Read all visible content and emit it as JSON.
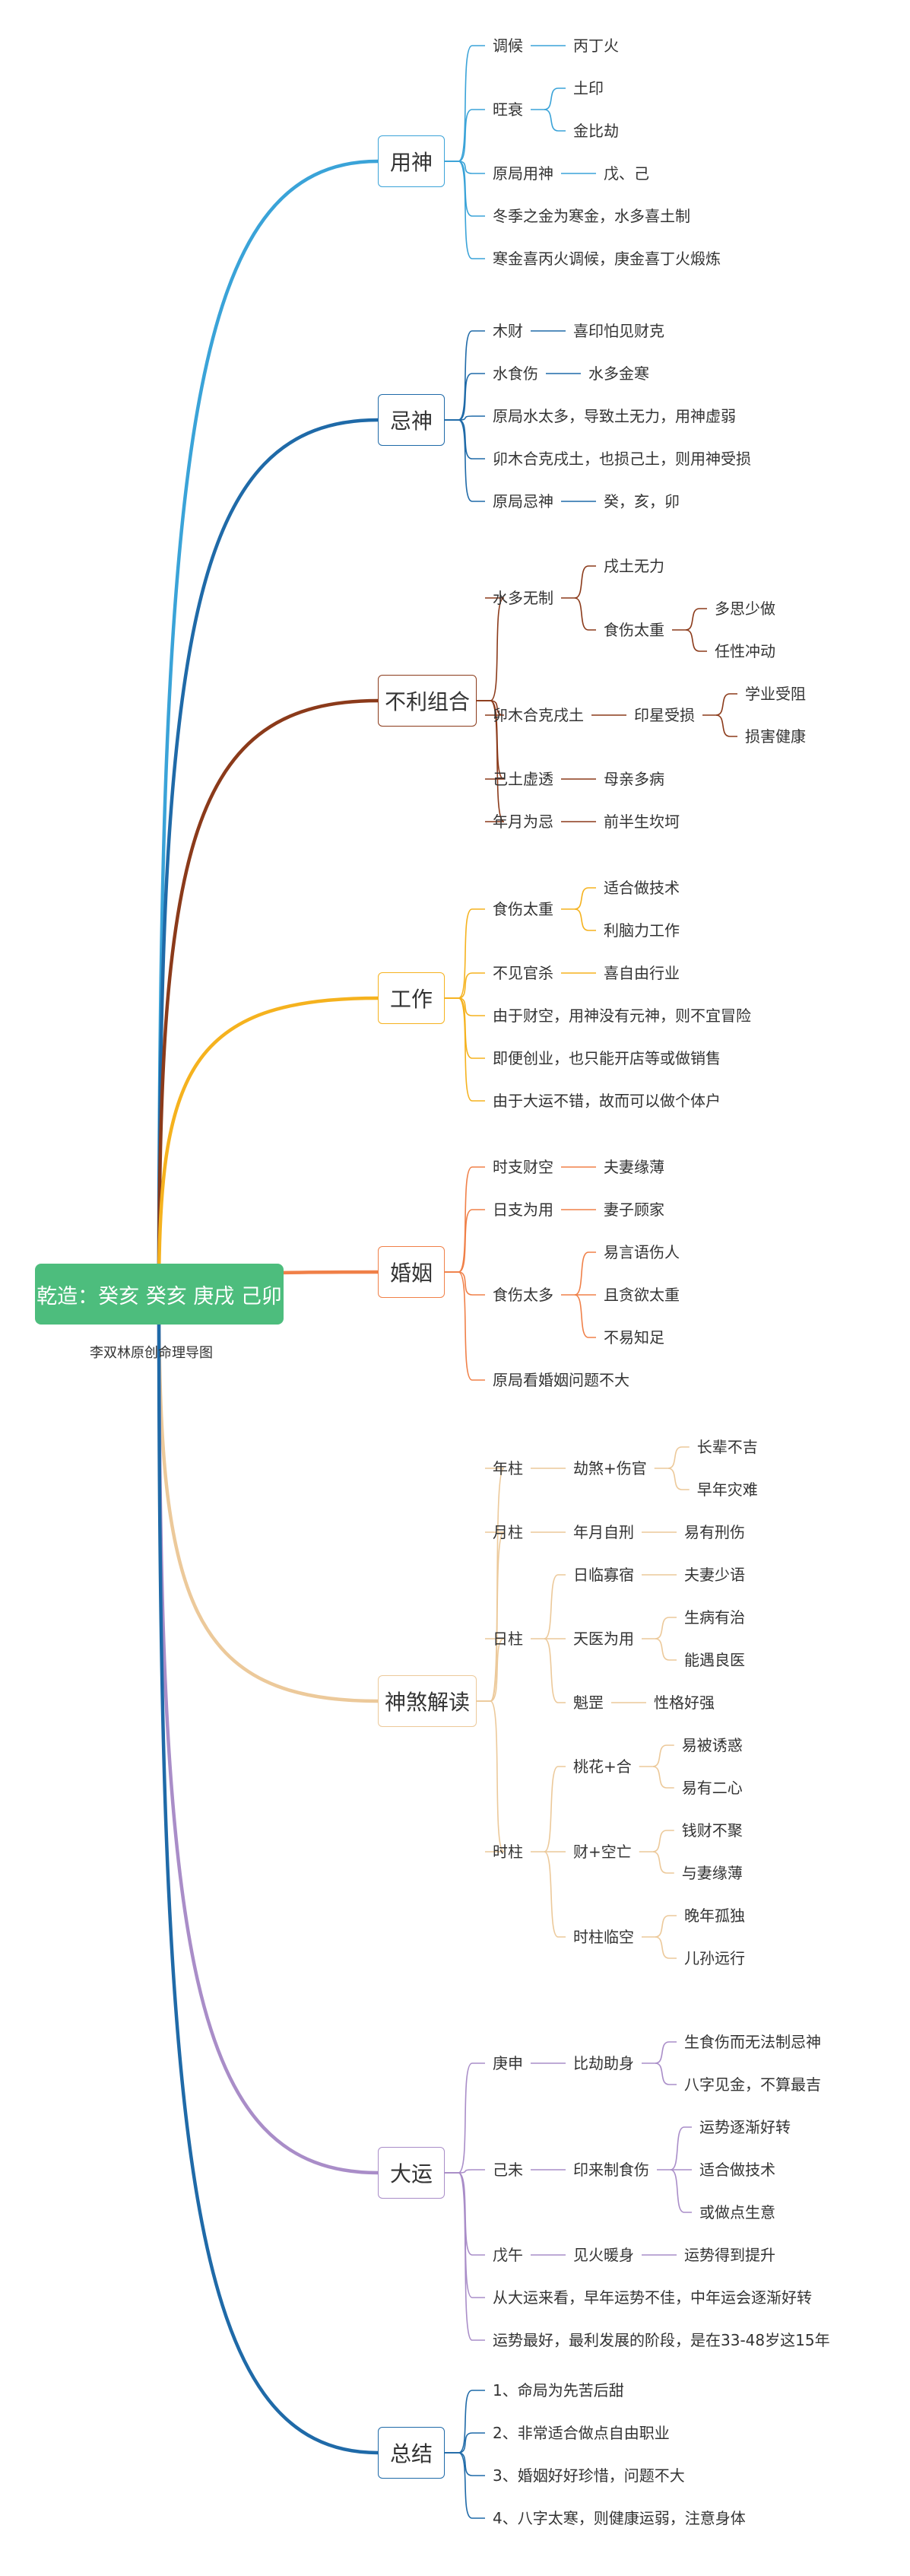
{
  "root": {
    "title": "乾造：癸亥 癸亥 庚戌 己卯",
    "subtitle": "李双林原创命理导图"
  },
  "branches": [
    {
      "label": "用神",
      "color": "#3aa3d8",
      "children": [
        {
          "label": "调候",
          "children": [
            {
              "label": "丙丁火"
            }
          ]
        },
        {
          "label": "旺衰",
          "children": [
            {
              "label": "土印"
            },
            {
              "label": "金比劫"
            }
          ]
        },
        {
          "label": "原局用神",
          "children": [
            {
              "label": "戊、己"
            }
          ]
        },
        {
          "label": "冬季之金为寒金，水多喜土制"
        },
        {
          "label": "寒金喜丙火调候，庚金喜丁火煅炼"
        }
      ]
    },
    {
      "label": "忌神",
      "color": "#1f6aa8",
      "children": [
        {
          "label": "木财",
          "children": [
            {
              "label": "喜印怕见财克"
            }
          ]
        },
        {
          "label": "水食伤",
          "children": [
            {
              "label": "水多金寒"
            }
          ]
        },
        {
          "label": "原局水太多，导致土无力，用神虚弱"
        },
        {
          "label": "卯木合克戌土，也损己土，则用神受损"
        },
        {
          "label": "原局忌神",
          "children": [
            {
              "label": "癸，亥，卯"
            }
          ]
        }
      ]
    },
    {
      "label": "不利组合",
      "color": "#8b3a1a",
      "children": [
        {
          "label": "水多无制",
          "children": [
            {
              "label": "戌土无力"
            },
            {
              "label": "食伤太重",
              "children": [
                {
                  "label": "多思少做"
                },
                {
                  "label": "任性冲动"
                }
              ]
            }
          ]
        },
        {
          "label": "卯木合克戌土",
          "children": [
            {
              "label": "印星受损",
              "children": [
                {
                  "label": "学业受阻"
                },
                {
                  "label": "损害健康"
                }
              ]
            }
          ]
        },
        {
          "label": "己土虚透",
          "children": [
            {
              "label": "母亲多病"
            }
          ]
        },
        {
          "label": "年月为忌",
          "children": [
            {
              "label": "前半生坎坷"
            }
          ]
        }
      ]
    },
    {
      "label": "工作",
      "color": "#f5b21e",
      "children": [
        {
          "label": "食伤太重",
          "children": [
            {
              "label": "适合做技术"
            },
            {
              "label": "利脑力工作"
            }
          ]
        },
        {
          "label": "不见官杀",
          "children": [
            {
              "label": "喜自由行业"
            }
          ]
        },
        {
          "label": "由于财空，用神没有元神，则不宜冒险"
        },
        {
          "label": "即便创业，也只能开店等或做销售"
        },
        {
          "label": "由于大运不错，故而可以做个体户"
        }
      ]
    },
    {
      "label": "婚姻",
      "color": "#f08048",
      "children": [
        {
          "label": "时支财空",
          "children": [
            {
              "label": "夫妻缘薄"
            }
          ]
        },
        {
          "label": "日支为用",
          "children": [
            {
              "label": "妻子顾家"
            }
          ]
        },
        {
          "label": "食伤太多",
          "children": [
            {
              "label": "易言语伤人"
            },
            {
              "label": "且贪欲太重"
            },
            {
              "label": "不易知足"
            }
          ]
        },
        {
          "label": "原局看婚姻问题不大"
        }
      ]
    },
    {
      "label": "神煞解读",
      "color": "#ecc99a",
      "children": [
        {
          "label": "年柱",
          "children": [
            {
              "label": "劫煞+伤官",
              "children": [
                {
                  "label": "长辈不吉"
                },
                {
                  "label": "早年灾难"
                }
              ]
            }
          ]
        },
        {
          "label": "月柱",
          "children": [
            {
              "label": "年月自刑",
              "children": [
                {
                  "label": "易有刑伤"
                }
              ]
            }
          ]
        },
        {
          "label": "日柱",
          "children": [
            {
              "label": "日临寡宿",
              "children": [
                {
                  "label": "夫妻少语"
                }
              ]
            },
            {
              "label": "天医为用",
              "children": [
                {
                  "label": "生病有治"
                },
                {
                  "label": "能遇良医"
                }
              ]
            },
            {
              "label": "魁罡",
              "children": [
                {
                  "label": "性格好强"
                }
              ]
            }
          ]
        },
        {
          "label": "时柱",
          "children": [
            {
              "label": "桃花+合",
              "children": [
                {
                  "label": "易被诱惑"
                },
                {
                  "label": "易有二心"
                }
              ]
            },
            {
              "label": "财+空亡",
              "children": [
                {
                  "label": "钱财不聚"
                },
                {
                  "label": "与妻缘薄"
                }
              ]
            },
            {
              "label": "时柱临空",
              "children": [
                {
                  "label": "晚年孤独"
                },
                {
                  "label": "儿孙远行"
                }
              ]
            }
          ]
        }
      ]
    },
    {
      "label": "大运",
      "color": "#a98dc8",
      "children": [
        {
          "label": "庚申",
          "children": [
            {
              "label": "比劫助身",
              "children": [
                {
                  "label": "生食伤而无法制忌神"
                },
                {
                  "label": "八字见金，不算最吉"
                }
              ]
            }
          ]
        },
        {
          "label": "己未",
          "children": [
            {
              "label": "印来制食伤",
              "children": [
                {
                  "label": "运势逐渐好转"
                },
                {
                  "label": "适合做技术"
                },
                {
                  "label": "或做点生意"
                }
              ]
            }
          ]
        },
        {
          "label": "戊午",
          "children": [
            {
              "label": "见火暖身",
              "children": [
                {
                  "label": "运势得到提升"
                }
              ]
            }
          ]
        },
        {
          "label": "从大运来看，早年运势不佳，中年运会逐渐好转"
        },
        {
          "label": "运势最好，最利发展的阶段，是在33-48岁这15年"
        }
      ]
    },
    {
      "label": "总结",
      "color": "#1f6aa8",
      "children": [
        {
          "label": "1、命局为先苦后甜"
        },
        {
          "label": "2、非常适合做点自由职业"
        },
        {
          "label": "3、婚姻好好珍惜，问题不大"
        },
        {
          "label": "4、八字太寒，则健康运弱，注意身体"
        }
      ]
    }
  ]
}
